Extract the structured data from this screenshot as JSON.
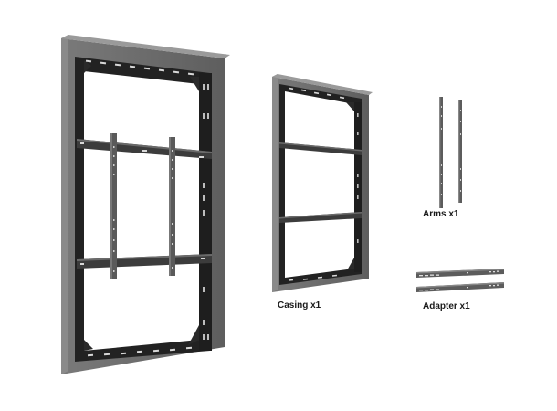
{
  "image": {
    "background": "#ffffff",
    "colors": {
      "frame_face": "#6b6b6b",
      "frame_side": "#5a5a5a",
      "inner_black": "#1c1c1c",
      "bracket": "#4a4a4a",
      "slot_highlight": "#d8d8d8"
    }
  },
  "components": [
    {
      "id": "assembled",
      "label": ""
    },
    {
      "id": "casing",
      "label": "Casing x1"
    },
    {
      "id": "arms",
      "label": "Arms x1"
    },
    {
      "id": "adapter",
      "label": "Adapter x1"
    }
  ]
}
